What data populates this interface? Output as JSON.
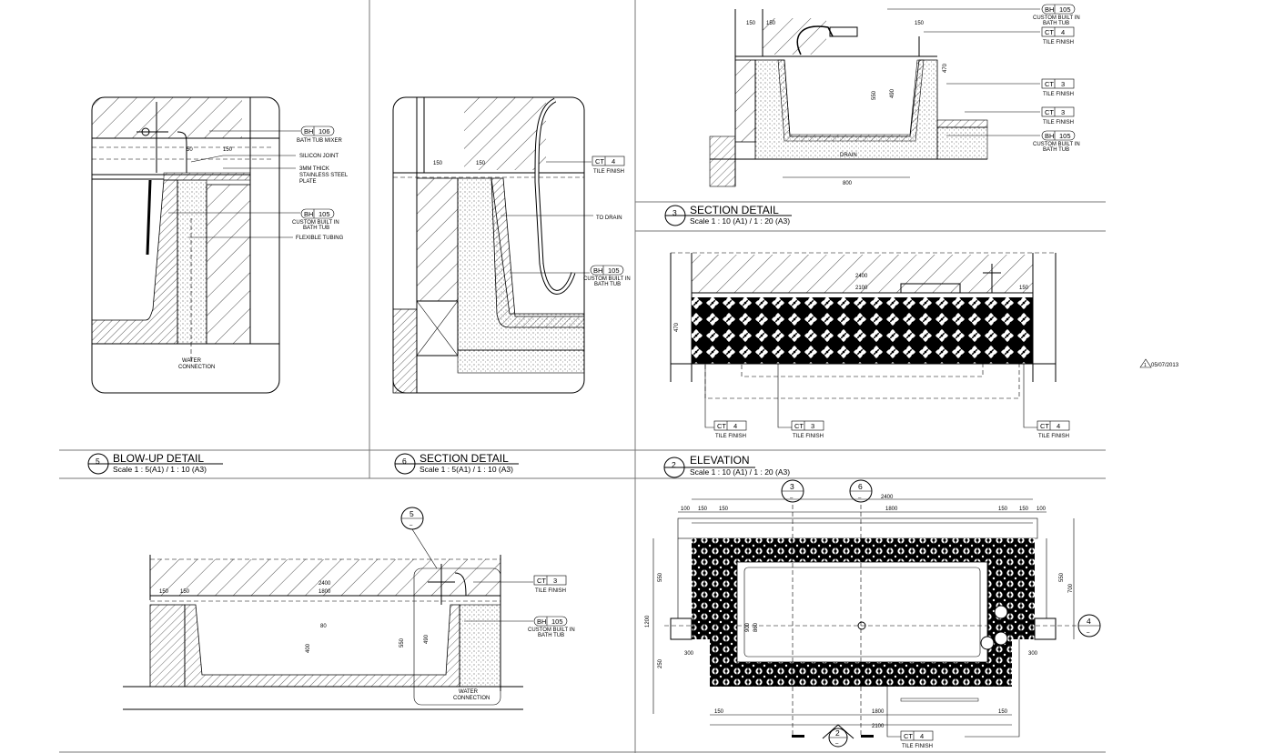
{
  "titles": {
    "blowup": {
      "num": "5",
      "title": "BLOW-UP DETAIL",
      "scale": "Scale 1 : 5(A1) / 1 : 10 (A3)"
    },
    "section6": {
      "num": "6",
      "title": "SECTION DETAIL",
      "scale": "Scale 1 : 5(A1) / 1 : 10 (A3)"
    },
    "section3": {
      "num": "3",
      "title": "SECTION DETAIL",
      "scale": "Scale 1 : 10 (A1) / 1 : 20 (A3)"
    },
    "elevation": {
      "num": "2",
      "title": "ELEVATION",
      "scale": "Scale 1 : 10 (A1) / 1 : 20 (A3)"
    }
  },
  "tags": {
    "bh106": {
      "code": "BH",
      "num": "106",
      "desc": "BATH TUB MIXER"
    },
    "bh105": {
      "code": "BH",
      "num": "105",
      "desc1": "CUSTOM BUILT IN",
      "desc2": "BATH TUB"
    },
    "ct4": {
      "code": "CT",
      "num": "4",
      "desc": "TILE FINISH"
    },
    "ct3": {
      "code": "CT",
      "num": "3",
      "desc": "TILE FINISH"
    }
  },
  "notes": {
    "silicon": "SILICON JOINT",
    "plate1": "3MM THICK",
    "plate2": "STAINLESS STEEL",
    "plate3": "PLATE",
    "tubing": "FLEXIBLE TUBING",
    "to_drain": "TO DRAIN",
    "water1": "WATER",
    "water2": "CONNECTION",
    "drain": "DRAIN"
  },
  "section_markers": {
    "s3": "3",
    "s6": "6",
    "s4": "4",
    "s2": "2",
    "s5": "5",
    "sub": "–"
  },
  "revision": "05/07/2013",
  "dims": {
    "d2400": "2400",
    "d1800": "1800",
    "d2100": "2100",
    "d150": "150",
    "d100": "100",
    "d300": "300",
    "d550": "550",
    "d700": "700",
    "d1200": "1200",
    "d250": "250",
    "d800": "800",
    "d490": "490",
    "d470": "470",
    "d50": "50",
    "d80": "80",
    "d400": "400",
    "d900": "900",
    "d860": "860"
  }
}
